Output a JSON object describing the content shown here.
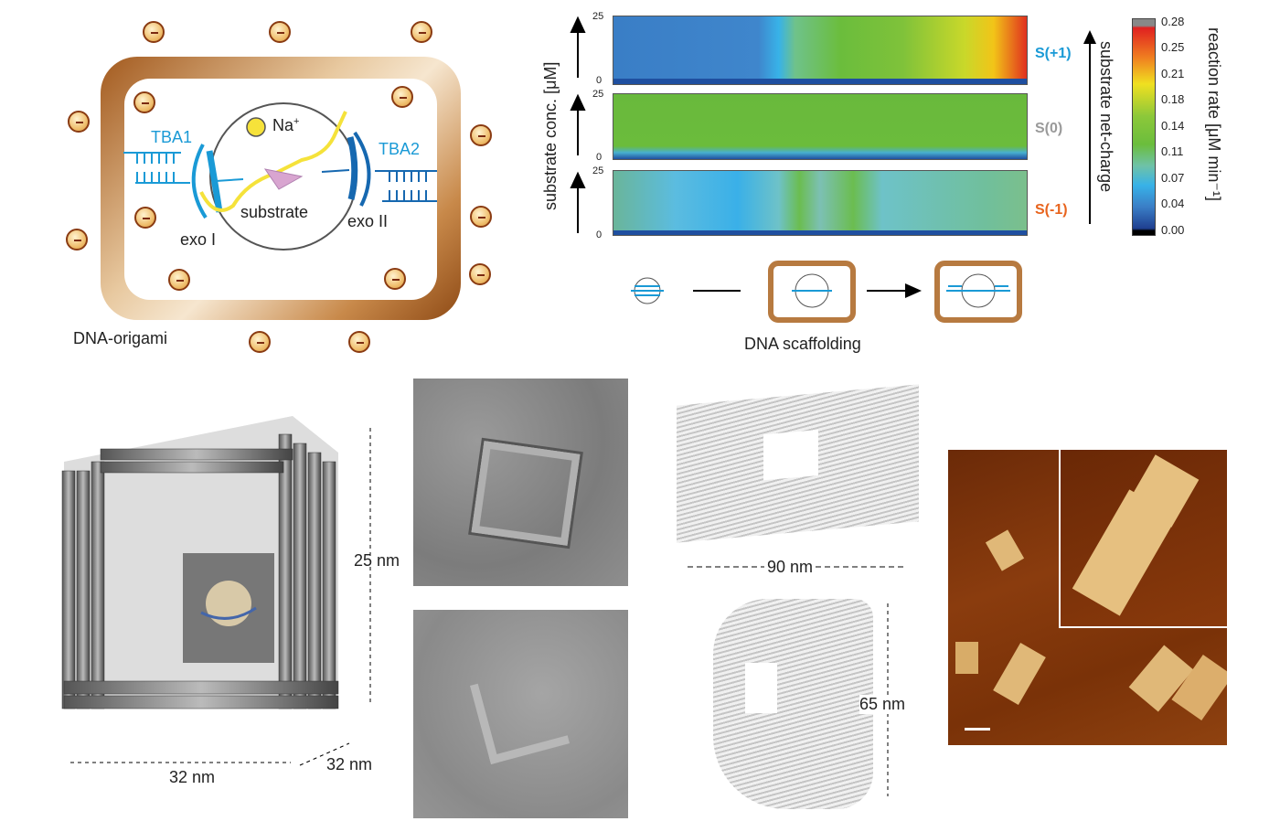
{
  "schematic": {
    "ion_label": "Na",
    "ion_charge": "+",
    "aptamer_left": "TBA1",
    "aptamer_right": "TBA2",
    "substrate_label": "substrate",
    "exosite_left": "exo I",
    "exosite_right": "exo II",
    "origami_label": "DNA-origami"
  },
  "heatmap": {
    "y_axis_label": "substrate conc. [μM]",
    "y_ticks": [
      "0",
      "25"
    ],
    "panels": [
      {
        "label": "S(+1)",
        "color": "#1a9ad6"
      },
      {
        "label": "S(0)",
        "color": "#9a9a9a"
      },
      {
        "label": "S(-1)",
        "color": "#e8641e"
      }
    ],
    "net_charge_label": "substrate net-charge",
    "colorbar_title": "reaction rate [μM min⁻¹]",
    "colorbar_ticks": [
      "0.28",
      "0.25",
      "0.21",
      "0.18",
      "0.14",
      "0.11",
      "0.07",
      "0.04",
      "0.00"
    ],
    "scaffolding_label": "DNA scaffolding"
  },
  "structures": {
    "box_height": "25 nm",
    "box_width": "32 nm",
    "box_depth": "32 nm",
    "plane_width": "90 nm",
    "plane_height": "65 nm"
  }
}
